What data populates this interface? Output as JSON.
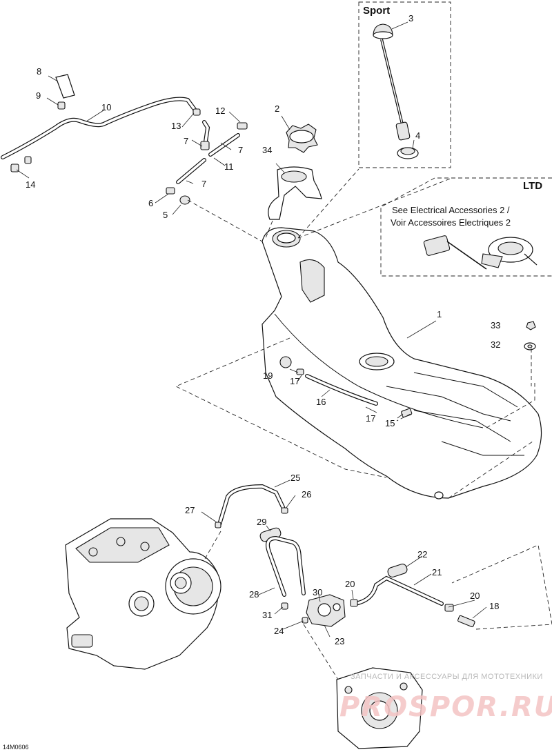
{
  "sport_box": {
    "title": "Sport"
  },
  "ltd_box": {
    "title": "LTD",
    "note_line1": "See Electrical Accessories 2 /",
    "note_line2": "Voir Accessoires Electriques 2"
  },
  "callouts": {
    "c1": "1",
    "c2": "2",
    "c3": "3",
    "c4": "4",
    "c5": "5",
    "c6": "6",
    "c7a": "7",
    "c7b": "7",
    "c7c": "7",
    "c8": "8",
    "c9": "9",
    "c10": "10",
    "c11": "11",
    "c12": "12",
    "c13": "13",
    "c14": "14",
    "c15": "15",
    "c16": "16",
    "c17a": "17",
    "c17b": "17",
    "c18": "18",
    "c19": "19",
    "c20a": "20",
    "c20b": "20",
    "c21": "21",
    "c22": "22",
    "c23": "23",
    "c24": "24",
    "c25": "25",
    "c26": "26",
    "c27": "27",
    "c28": "28",
    "c29": "29",
    "c30": "30",
    "c31": "31",
    "c32": "32",
    "c33": "33",
    "c34": "34"
  },
  "doc_id": "14M0606",
  "watermark": {
    "line1": "ЗАПЧАСТИ И АКСЕССУАРЫ ДЛЯ МОТОТЕХНИКИ",
    "line2": "PROSPOR.RU"
  }
}
